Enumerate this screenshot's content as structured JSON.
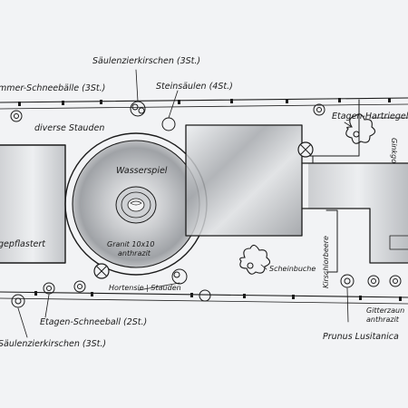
{
  "labels": {
    "saeulenzierkirschen_top": "Säulenzierkirschen (3St.)",
    "schneeball_top": "mmer-Schneebälle (3St.)",
    "steinsaeulen": "Steinsäulen (4St.)",
    "etagen_hartriegel": "Etagen-Hartriegel",
    "diverse_stauden": "diverse Stauden",
    "wasserspiel": "Wasserspiel",
    "granit_line1": "Granit 10x10",
    "granit_line2": "anthrazit",
    "pflaster": "gepflastert",
    "hortensie": "Hortensie | Stauden",
    "scheinbuche": "Scheinbuche",
    "kirschlorbeer": "Kirschlorbeere",
    "etagen_schneeball": "Etagen-Schneeball (2St.)",
    "saeulenzierkirschen_bottom": "Säulenzierkirschen (3St.)",
    "gitterzaun_line1": "Gitterzaun",
    "gitterzaun_line2": "anthrazit",
    "prunus": "Prunus Lusitanica",
    "right_vertical": "Ginkgo"
  },
  "colors": {
    "paper": "#f2f3f5",
    "ink": "#1b1b1b",
    "shade": "#8c8f94"
  }
}
